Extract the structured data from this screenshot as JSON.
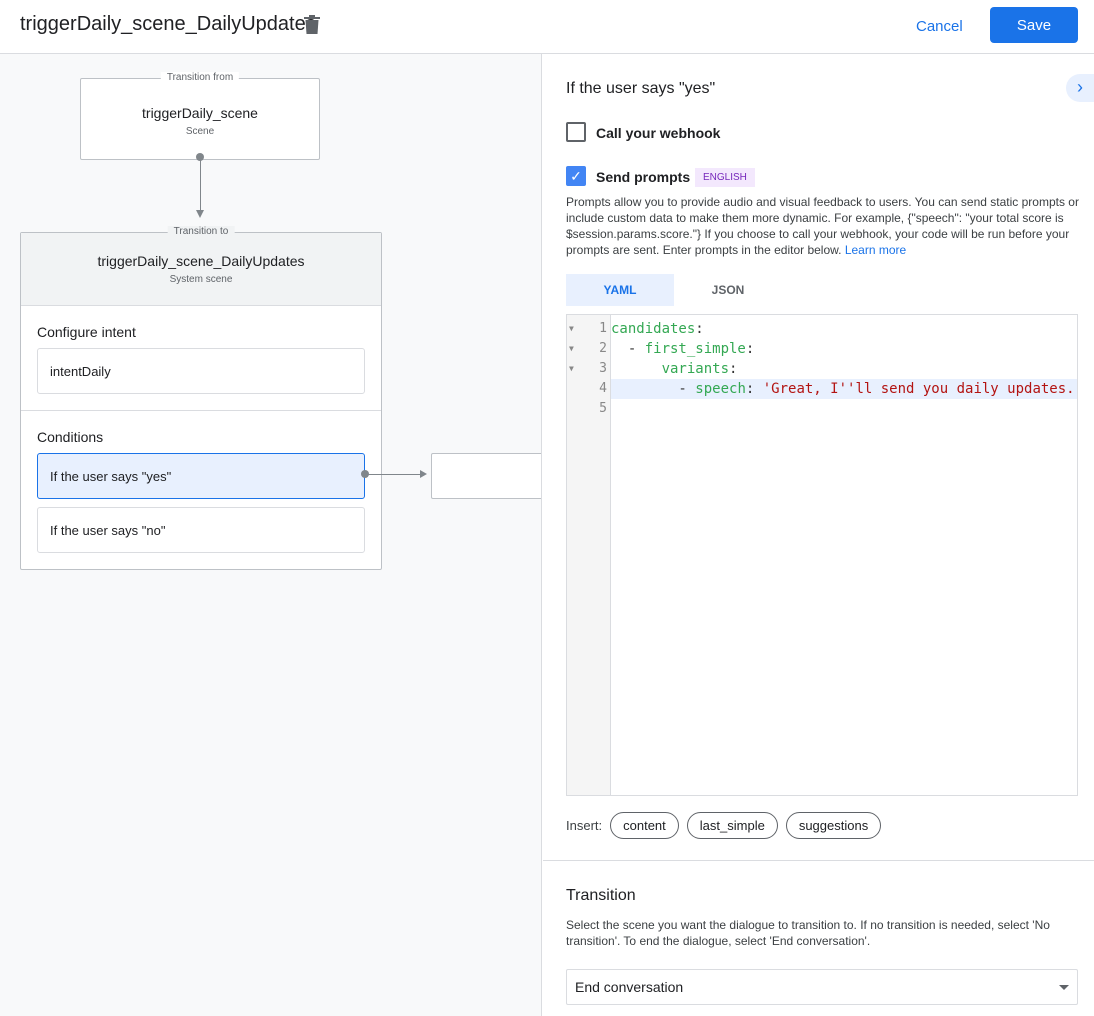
{
  "header": {
    "title": "triggerDaily_scene_DailyUpdates",
    "cancel_label": "Cancel",
    "save_label": "Save"
  },
  "canvas": {
    "from": {
      "label": "Transition from",
      "name": "triggerDaily_scene",
      "type": "Scene"
    },
    "to": {
      "label": "Transition to",
      "name": "triggerDaily_scene_DailyUpdates",
      "type": "System scene"
    },
    "configure_intent": {
      "heading": "Configure intent",
      "intent": "intentDaily"
    },
    "conditions": {
      "heading": "Conditions",
      "items": [
        "If the user says \"yes\"",
        "If the user says \"no\""
      ]
    }
  },
  "panel": {
    "heading": "If the user says \"yes\"",
    "webhook": {
      "label": "Call your webhook",
      "checked": false
    },
    "prompts": {
      "label": "Send prompts",
      "checked": true,
      "language": "ENGLISH"
    },
    "description": "Prompts allow you to provide audio and visual feedback to users. You can send static prompts or include custom data to make them more dynamic. For example, {\"speech\": \"your total score is $session.params.score.\"} If you choose to call your webhook, your code will be run before your prompts are sent. Enter prompts in the editor below.",
    "learn_more": "Learn more",
    "tabs": [
      "YAML",
      "JSON"
    ],
    "active_tab": "YAML",
    "code_lines": [
      {
        "num": "1",
        "indent": "",
        "key": "candidates",
        "sep": ":",
        "value": ""
      },
      {
        "num": "2",
        "indent": "  - ",
        "key": "first_simple",
        "sep": ":",
        "value": ""
      },
      {
        "num": "3",
        "indent": "      ",
        "key": "variants",
        "sep": ":",
        "value": ""
      },
      {
        "num": "4",
        "indent": "        - ",
        "key": "speech",
        "sep": ": ",
        "value": "'Great, I''ll send you daily updates."
      },
      {
        "num": "5",
        "indent": "",
        "key": "",
        "sep": "",
        "value": ""
      }
    ],
    "insert_label": "Insert:",
    "insert_chips": [
      "content",
      "last_simple",
      "suggestions"
    ],
    "transition": {
      "heading": "Transition",
      "description": "Select the scene you want the dialogue to transition to. If no transition is needed, select 'No transition'. To end the dialogue, select 'End conversation'.",
      "selected": "End conversation"
    }
  }
}
